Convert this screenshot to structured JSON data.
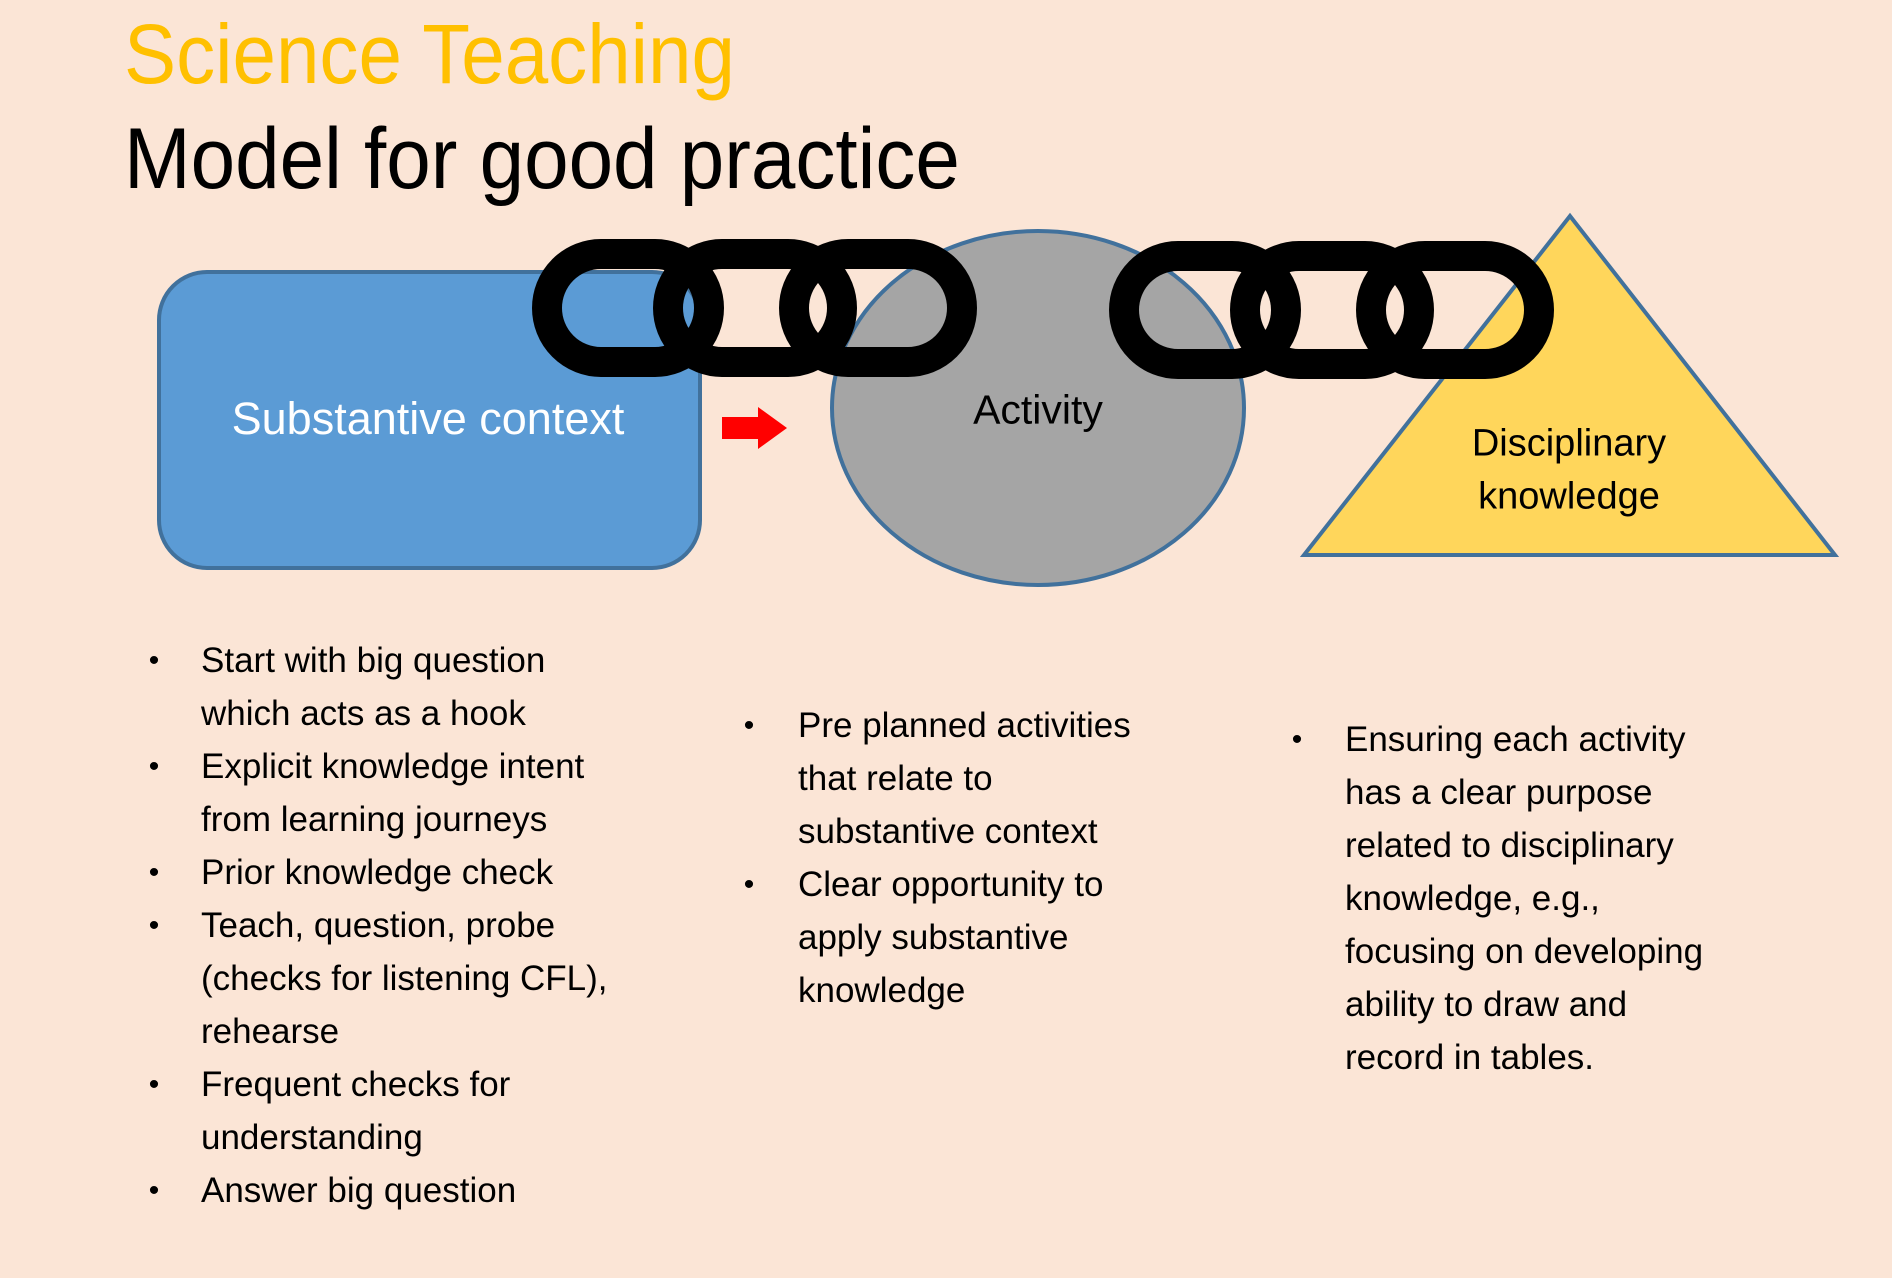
{
  "title": "Science Teaching",
  "subtitle": "Model for good practice",
  "colors": {
    "background": "#FBE5D6",
    "title": "#FFC000",
    "box": "#5B9BD5",
    "ellipse": "#A5A5A5",
    "triangle": "#FFD65B",
    "outline": "#41719C",
    "arrow": "#FF0000"
  },
  "shapes": {
    "box_label": "Substantive context",
    "ellipse_label": "Activity",
    "triangle_label_lines": [
      "Disciplinary",
      "knowledge"
    ]
  },
  "columns": [
    {
      "bullets": [
        [
          "Start with big question",
          "which acts as a hook"
        ],
        [
          "Explicit knowledge intent",
          "from learning journeys"
        ],
        [
          "Prior knowledge check"
        ],
        [
          "Teach, question, probe",
          "(checks for listening CFL),",
          "rehearse"
        ],
        [
          "Frequent checks for",
          "understanding"
        ],
        [
          "Answer big question"
        ]
      ]
    },
    {
      "bullets": [
        [
          "Pre planned activities",
          "that relate to",
          "substantive context"
        ],
        [
          "Clear opportunity to",
          "apply substantive",
          "knowledge"
        ]
      ]
    },
    {
      "bullets": [
        [
          "Ensuring each activity",
          "has a clear purpose",
          "related to disciplinary",
          "knowledge, e.g.,",
          "focusing on developing",
          "ability to draw and",
          "record in tables."
        ]
      ]
    }
  ]
}
